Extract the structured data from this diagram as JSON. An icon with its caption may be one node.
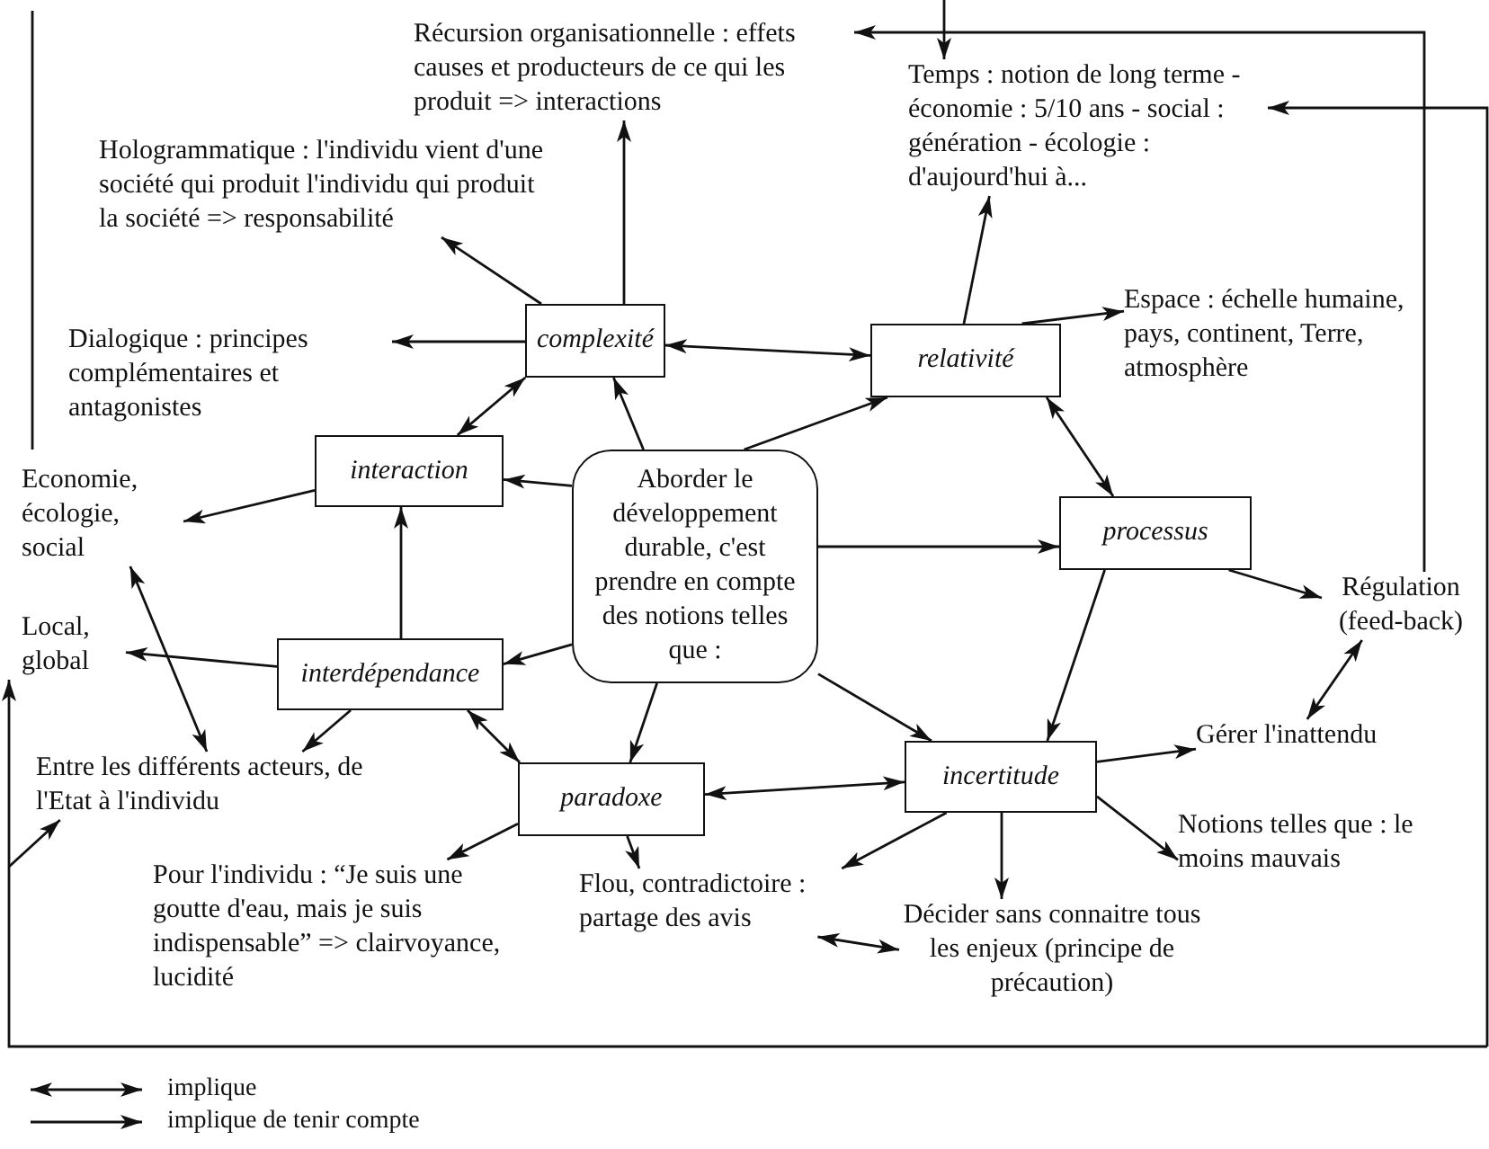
{
  "diagram": {
    "nodes": [
      {
        "text": [
          "Aborder le développement durable, c'est prendre en compte des notions telles que :"
        ]
      },
      {
        "text": [
          "complexité"
        ]
      },
      {
        "text": [
          "relativité"
        ]
      },
      {
        "text": [
          "interaction"
        ]
      },
      {
        "text": [
          "processus"
        ]
      },
      {
        "text": [
          "interdépendance"
        ]
      },
      {
        "text": [
          "paradoxe"
        ]
      },
      {
        "text": [
          "incertitude"
        ]
      },
      {
        "text": [
          "Récursion organisationnelle : effets causes et producteurs de ce qui les produit => interactions"
        ]
      },
      {
        "text": [
          "Hologrammatique : l'individu vient d'une société qui produit l'individu qui produit la société => responsabilité"
        ]
      },
      {
        "text": [
          "Dialogique : principes complémentaires et antagonistes"
        ]
      },
      {
        "text": [
          "Temps : notion de long terme - économie : 5/10 ans - social : génération - écologie : d'aujourd'hui à..."
        ]
      },
      {
        "text": [
          "Espace : échelle humaine, pays, continent, Terre, atmosphère"
        ]
      },
      {
        "text": [
          "Economie, écologie, social"
        ]
      },
      {
        "text": [
          "Local, global"
        ]
      },
      {
        "text": [
          "Régulation (feed-back)"
        ]
      },
      {
        "text": [
          "Entre les différents acteurs, de l'Etat à l'individu"
        ]
      },
      {
        "text": [
          "Gérer l'inattendu"
        ]
      },
      {
        "text": [
          "Notions telles que : le moins mauvais"
        ]
      },
      {
        "text": [
          "Pour l'individu : “Je suis une goutte d'eau, mais je suis indispensable” => clairvoyance, lucidité"
        ]
      },
      {
        "text": [
          "Flou, contradictoire : partage des avis"
        ]
      },
      {
        "text": [
          "Décider sans connaitre tous les enjeux (principe de précaution)"
        ]
      }
    ],
    "edges": [
      {
        "from": 0,
        "to": 1,
        "arrow": "to"
      },
      {
        "from": 1,
        "to": 8,
        "arrow": "to"
      },
      {
        "from": 1,
        "to": 9,
        "arrow": "to"
      },
      {
        "from": 1,
        "to": 10,
        "arrow": "to"
      },
      {
        "from": 3,
        "to": 1,
        "arrow": "both"
      },
      {
        "from": 1,
        "to": 2,
        "arrow": "both"
      },
      {
        "from": 0,
        "to": 2,
        "arrow": "to"
      },
      {
        "from": 2,
        "to": 11,
        "arrow": "to"
      },
      {
        "from": 2,
        "to": 12,
        "arrow": "to"
      },
      {
        "from": 2,
        "to": 4,
        "arrow": "both"
      },
      {
        "from": 0,
        "to": 4,
        "arrow": "to"
      },
      {
        "from": 0,
        "to": 3,
        "arrow": "to"
      },
      {
        "from": 3,
        "to": 13,
        "arrow": "to"
      },
      {
        "from": 5,
        "to": 3,
        "arrow": "to"
      },
      {
        "from": 5,
        "to": 14,
        "arrow": "to"
      },
      {
        "from": 13,
        "to": 16,
        "arrow": "both"
      },
      {
        "from": 5,
        "to": 16,
        "arrow": "to"
      },
      {
        "from": 0,
        "to": 5,
        "arrow": "to"
      },
      {
        "from": 5,
        "to": 6,
        "arrow": "both"
      },
      {
        "from": 0,
        "to": 6,
        "arrow": "to"
      },
      {
        "from": 7,
        "to": 6,
        "arrow": "both"
      },
      {
        "from": 6,
        "to": 19,
        "arrow": "to"
      },
      {
        "from": 6,
        "to": 20,
        "arrow": "to"
      },
      {
        "from": 20,
        "to": 21,
        "arrow": "both"
      },
      {
        "from": 0,
        "to": 7,
        "arrow": "to"
      },
      {
        "from": 4,
        "to": 7,
        "arrow": "to"
      },
      {
        "from": 4,
        "to": 15,
        "arrow": "to"
      },
      {
        "from": 15,
        "to": 17,
        "arrow": "both"
      },
      {
        "from": 7,
        "to": 17,
        "arrow": "to"
      },
      {
        "from": 7,
        "to": 20,
        "arrow": "to"
      },
      {
        "from": 7,
        "to": 21,
        "arrow": "to"
      },
      {
        "from": 7,
        "to": 18,
        "arrow": "to"
      },
      {
        "from": 15,
        "to": 8,
        "arrow": "to"
      },
      {
        "from": null,
        "to": 11,
        "arrow": "to"
      },
      {
        "from": null,
        "to": 11,
        "arrow": "to"
      },
      {
        "from": null,
        "to": 14,
        "arrow": "to"
      },
      {
        "from": null,
        "to": 16,
        "arrow": "to"
      }
    ],
    "legend": [
      {
        "text": "implique"
      },
      {
        "text": "implique de tenir compte"
      }
    ]
  }
}
